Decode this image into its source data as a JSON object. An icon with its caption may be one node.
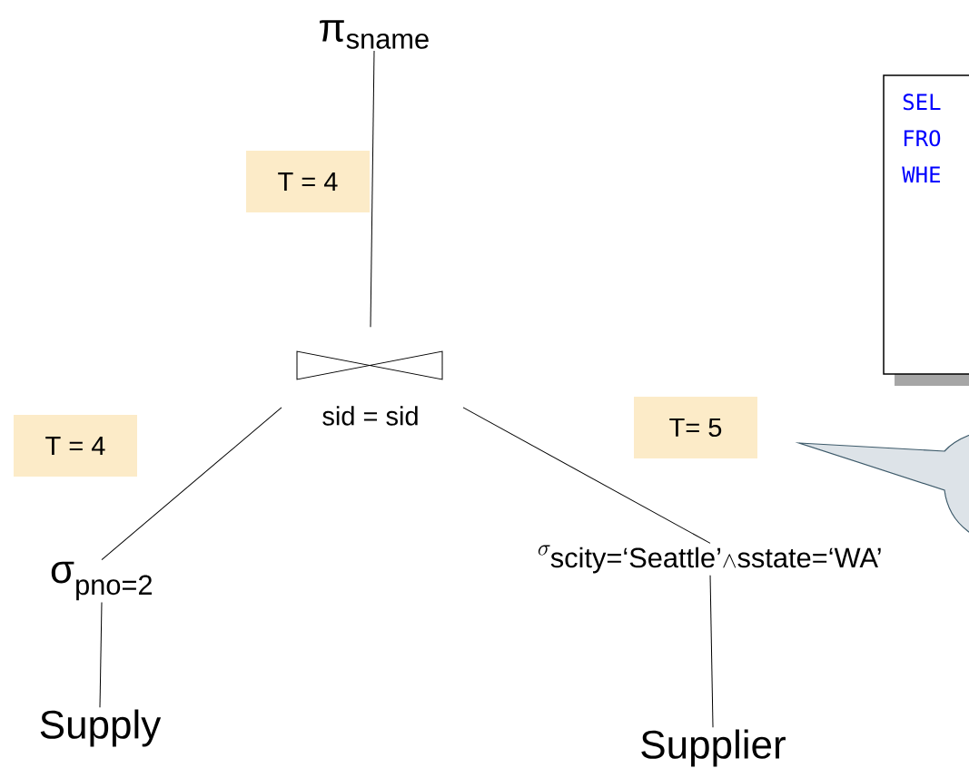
{
  "diagram": {
    "nodes": [
      {
        "text": [
          "π$_{sname}$"
        ]
      },
      {
        "text": [
          "sid = sid"
        ]
      },
      {
        "text": [
          "σ$_{pno=2}$"
        ]
      },
      {
        "text": [
          "\\sigma_{\\text{scity=‘Seattle’}\\wedge\\text{sstate=‘WA’}}"
        ]
      },
      {
        "text": [
          "Supply"
        ]
      },
      {
        "text": [
          "Supplier"
        ]
      },
      {
        "text": [
          "SEL",
          "FRO",
          "WHE"
        ]
      }
    ],
    "edges": [
      {
        "from": 0,
        "to": 1,
        "arrow": "none",
        "label": "T = 4"
      },
      {
        "from": 1,
        "to": 2,
        "arrow": "none",
        "label": "T = 4"
      },
      {
        "from": 1,
        "to": 3,
        "arrow": "none",
        "label": "T= 5"
      },
      {
        "from": 2,
        "to": 4,
        "arrow": "none"
      },
      {
        "from": 3,
        "to": 5,
        "arrow": "none"
      }
    ]
  }
}
